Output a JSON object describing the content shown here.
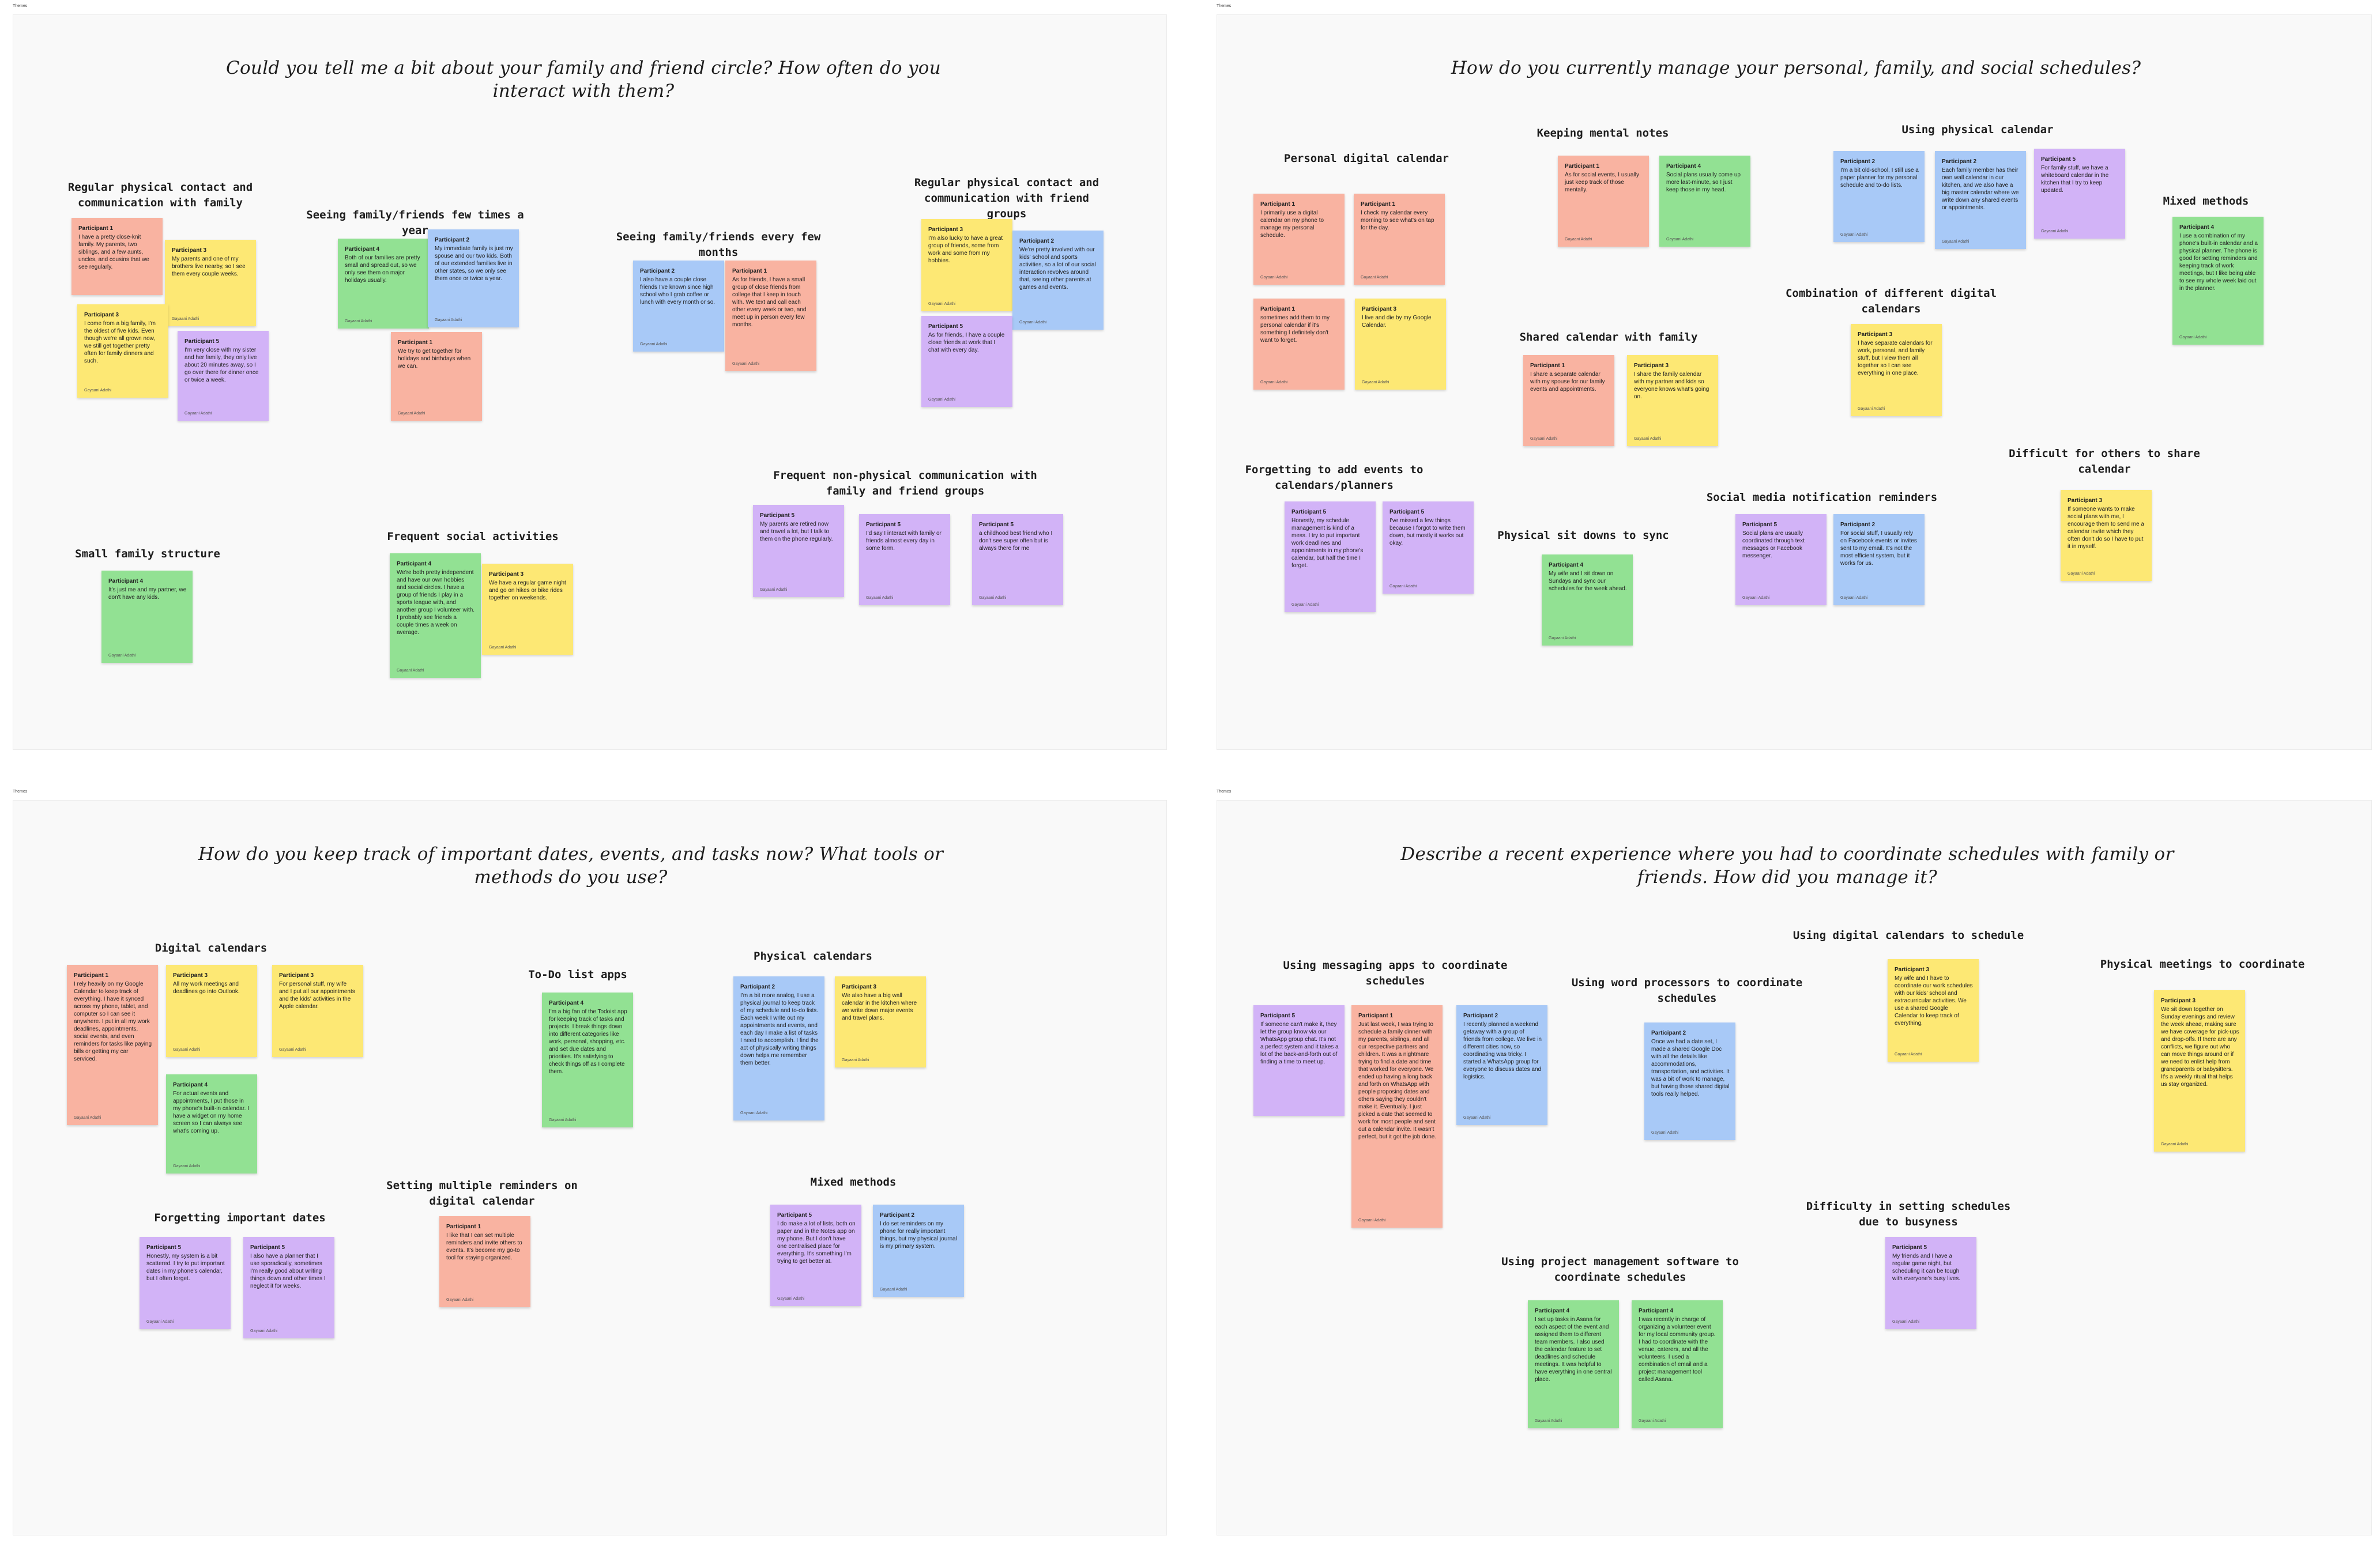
{
  "frame_label": "Themes",
  "colors": {
    "red": "#f9b3a1",
    "yellow": "#fde874",
    "blue": "#a8c9f7",
    "green": "#92e193",
    "purple": "#d2b3f7"
  },
  "author": "Gayaani Adathi",
  "boards": [
    {
      "question": "Could you tell me a bit about your family and friend circle? How often do you interact with them?",
      "clusters": [
        {
          "heading": "Regular physical contact and communication with family",
          "notes": [
            {
              "color": "red",
              "participant": "Participant 1",
              "text": "I have a pretty close-knit family. My parents, two siblings, and a few aunts, uncles, and cousins that we see regularly."
            },
            {
              "color": "yellow",
              "participant": "Participant 3",
              "text": "My parents and one of my brothers live nearby, so I see them every couple weeks."
            },
            {
              "color": "yellow",
              "participant": "Participant 3",
              "text": "I come from a big family, I'm the oldest of five kids. Even though we're all grown now, we still get together pretty often for family dinners and such."
            },
            {
              "color": "purple",
              "participant": "Participant 5",
              "text": "I'm very close with my sister and her family, they only live about 20 minutes away, so I go over there for dinner once or twice a week."
            }
          ]
        },
        {
          "heading": "Seeing family/friends few times a year",
          "notes": [
            {
              "color": "green",
              "participant": "Participant 4",
              "text": "Both of our families are pretty small and spread out, so we only see them on major holidays usually."
            },
            {
              "color": "blue",
              "participant": "Participant 2",
              "text": "My immediate family is just my spouse and our two kids. Both of our extended families live in other states, so we only see them once or twice a year."
            },
            {
              "color": "red",
              "participant": "Participant 1",
              "text": "We try to get together for holidays and birthdays when we can."
            }
          ]
        },
        {
          "heading": "Seeing family/friends every few months",
          "notes": [
            {
              "color": "blue",
              "participant": "Participant 2",
              "text": "I also have a couple close friends I've known since high school who I grab coffee or lunch with every month or so."
            },
            {
              "color": "red",
              "participant": "Participant 1",
              "text": "As for friends, I have a small group of close friends from college that I keep in touch with. We text and call each other every week or two, and meet up in person every few months."
            }
          ]
        },
        {
          "heading": "Regular physical contact and communication with friend groups",
          "notes": [
            {
              "color": "yellow",
              "participant": "Participant 3",
              "text": "I'm also lucky to have a great group of friends, some from work and some from my hobbies."
            },
            {
              "color": "blue",
              "participant": "Participant 2",
              "text": "We're pretty involved with our kids' school and sports activities, so a lot of our social interaction revolves around that, seeing other parents at games and events."
            },
            {
              "color": "purple",
              "participant": "Participant 5",
              "text": "As for friends, I have a couple close friends at work that I chat with every day."
            }
          ]
        },
        {
          "heading": "Frequent non-physical communication with family and friend groups",
          "notes": [
            {
              "color": "purple",
              "participant": "Participant 5",
              "text": "My parents are retired now and travel a lot, but I talk to them on the phone regularly."
            },
            {
              "color": "purple",
              "participant": "Participant 5",
              "text": "I'd say I interact with family or friends almost every day in some form."
            },
            {
              "color": "purple",
              "participant": "Participant 5",
              "text": "a childhood best friend who I don't see super often but is always there for me"
            }
          ]
        },
        {
          "heading": "Small family structure",
          "notes": [
            {
              "color": "green",
              "participant": "Participant 4",
              "text": "It's just me and my partner, we don't have any kids."
            }
          ]
        },
        {
          "heading": "Frequent social activities",
          "notes": [
            {
              "color": "green",
              "participant": "Participant 4",
              "text": "We're both pretty independent and have our own hobbies and social circles. I have a group of friends I play in a sports league with, and another group I volunteer with. I probably see friends a couple times a week on average."
            },
            {
              "color": "yellow",
              "participant": "Participant 3",
              "text": "We have a regular game night and go on hikes or bike rides together on weekends."
            }
          ]
        }
      ]
    },
    {
      "question": "How do you currently manage your personal, family, and social schedules?",
      "clusters": [
        {
          "heading": "Personal digital calendar",
          "notes": [
            {
              "color": "red",
              "participant": "Participant 1",
              "text": "I primarily use a digital calendar on my phone to manage my personal schedule."
            },
            {
              "color": "red",
              "participant": "Participant 1",
              "text": "I check my calendar every morning to see what's on tap for the day."
            },
            {
              "color": "red",
              "participant": "Participant 1",
              "text": "sometimes add them to my personal calendar if it's something I definitely don't want to forget."
            },
            {
              "color": "yellow",
              "participant": "Participant 3",
              "text": "I live and die by my Google Calendar."
            }
          ]
        },
        {
          "heading": "Keeping mental notes",
          "notes": [
            {
              "color": "red",
              "participant": "Participant 1",
              "text": "As for social events, I usually just keep track of those mentally."
            },
            {
              "color": "green",
              "participant": "Participant 4",
              "text": "Social plans usually come up more last-minute, so I just keep those in my head."
            }
          ]
        },
        {
          "heading": "Using physical calendar",
          "notes": [
            {
              "color": "blue",
              "participant": "Participant 2",
              "text": "I'm a bit old-school, I still use a paper planner for my personal schedule and to-do lists."
            },
            {
              "color": "blue",
              "participant": "Participant 2",
              "text": "Each family member has their own wall calendar in our kitchen, and we also have a big master calendar where we write down any shared events or appointments."
            },
            {
              "color": "purple",
              "participant": "Participant 5",
              "text": "For family stuff, we have a whiteboard calendar in the kitchen that I try to keep updated."
            }
          ]
        },
        {
          "heading": "Mixed methods",
          "notes": [
            {
              "color": "green",
              "participant": "Participant 4",
              "text": "I use a combination of my phone's built-in calendar and a physical planner. The phone is good for setting reminders and keeping track of work meetings, but I like being able to see my whole week laid out in the planner."
            }
          ]
        },
        {
          "heading": "Combination of different digital calendars",
          "notes": [
            {
              "color": "yellow",
              "participant": "Participant 3",
              "text": "I have separate calendars for work, personal, and family stuff, but I view them all together so I can see everything in one place."
            }
          ]
        },
        {
          "heading": "Shared calendar with family",
          "notes": [
            {
              "color": "red",
              "participant": "Participant 1",
              "text": "I share a separate calendar with my spouse for our family events and appointments."
            },
            {
              "color": "yellow",
              "participant": "Participant 3",
              "text": "I share the family calendar with my partner and kids so everyone knows what's going on."
            }
          ]
        },
        {
          "heading": "Forgetting to add events to calendars/planners",
          "notes": [
            {
              "color": "purple",
              "participant": "Participant 5",
              "text": "Honestly, my schedule management is kind of a mess. I try to put important work deadlines and appointments in my phone's calendar, but half the time I forget."
            },
            {
              "color": "purple",
              "participant": "Participant 5",
              "text": "I've missed a few things because I forgot to write them down, but mostly it works out okay."
            }
          ]
        },
        {
          "heading": "Physical sit downs to sync",
          "notes": [
            {
              "color": "green",
              "participant": "Participant 4",
              "text": "My wife and I sit down on Sundays and sync our schedules for the week ahead."
            }
          ]
        },
        {
          "heading": "Social media notification reminders",
          "notes": [
            {
              "color": "purple",
              "participant": "Participant 5",
              "text": "Social plans are usually coordinated through text messages or Facebook messenger."
            },
            {
              "color": "blue",
              "participant": "Participant 2",
              "text": "For social stuff, I usually rely on Facebook events or invites sent to my email. It's not the most efficient system, but it works for us."
            }
          ]
        },
        {
          "heading": "Difficult for others to share calendar",
          "notes": [
            {
              "color": "yellow",
              "participant": "Participant 3",
              "text": "If someone wants to make social plans with me, I encourage them to send me a calendar invite which they often don't do so I have to put it in myself."
            }
          ]
        }
      ]
    },
    {
      "question": "How do you keep track of important dates, events, and tasks now? What tools or methods do you use?",
      "clusters": [
        {
          "heading": "Digital calendars",
          "notes": [
            {
              "color": "red",
              "participant": "Participant 1",
              "text": "I rely heavily on my Google Calendar to keep track of everything. I have it synced across my phone, tablet, and computer so I can see it anywhere. I put in all my work deadlines, appointments, social events, and even reminders for tasks like paying bills or getting my car serviced."
            },
            {
              "color": "yellow",
              "participant": "Participant 3",
              "text": "All my work meetings and deadlines go into Outlook."
            },
            {
              "color": "yellow",
              "participant": "Participant 3",
              "text": "For personal stuff, my wife and I put all our appointments and the kids' activities in the Apple calendar."
            },
            {
              "color": "green",
              "participant": "Participant 4",
              "text": "For actual events and appointments, I put those in my phone's built-in calendar. I have a widget on my home screen so I can always see what's coming up."
            }
          ]
        },
        {
          "heading": "To-Do list apps",
          "notes": [
            {
              "color": "green",
              "participant": "Participant 4",
              "text": "I'm a big fan of the Todoist app for keeping track of tasks and projects. I break things down into different categories like work, personal, shopping, etc. and set due dates and priorities. It's satisfying to check things off as I complete them."
            }
          ]
        },
        {
          "heading": "Physical calendars",
          "notes": [
            {
              "color": "blue",
              "participant": "Participant 2",
              "text": "I'm a bit more analog, I use a physical journal to keep track of my schedule and to-do lists. Each week I write out my appointments and events, and each day I make a list of tasks I need to accomplish. I find the act of physically writing things down helps me remember them better."
            },
            {
              "color": "yellow",
              "participant": "Participant 3",
              "text": "We also have a big wall calendar in the kitchen where we write down major events and travel plans."
            }
          ]
        },
        {
          "heading": "Forgetting important dates",
          "notes": [
            {
              "color": "purple",
              "participant": "Participant 5",
              "text": "Honestly, my system is a bit scattered. I try to put important dates in my phone's calendar, but I often forget."
            },
            {
              "color": "purple",
              "participant": "Participant 5",
              "text": "I also have a planner that I use sporadically, sometimes I'm really good about writing things down and other times I neglect it for weeks."
            }
          ]
        },
        {
          "heading": "Setting multiple reminders on digital calendar",
          "notes": [
            {
              "color": "red",
              "participant": "Participant 1",
              "text": "I like that I can set multiple reminders and invite others to events. It's become my go-to tool for staying organized."
            }
          ]
        },
        {
          "heading": "Mixed methods",
          "notes": [
            {
              "color": "purple",
              "participant": "Participant 5",
              "text": "I do make a lot of lists, both on paper and in the Notes app on my phone. But I don't have one centralised place for everything. It's something I'm trying to get better at."
            },
            {
              "color": "blue",
              "participant": "Participant 2",
              "text": "I do set reminders on my phone for really important things, but my physical journal is my primary system."
            }
          ]
        }
      ]
    },
    {
      "question": "Describe a recent experience where you had to coordinate schedules with family or friends. How did you manage it?",
      "clusters": [
        {
          "heading": "Using messaging apps to coordinate schedules",
          "notes": [
            {
              "color": "purple",
              "participant": "Participant 5",
              "text": "If someone can't make it, they let the group know via our WhatsApp group chat. It's not a perfect system and it takes a lot of the back-and-forth out of finding a time to meet up."
            },
            {
              "color": "red",
              "participant": "Participant 1",
              "text": "Just last week, I was trying to schedule a family dinner with my parents, siblings, and all our respective partners and children. It was a nightmare trying to find a date and time that worked for everyone. We ended up having a long back and forth on WhatsApp with people proposing dates and others saying they couldn't make it. Eventually, I just picked a date that seemed to work for most people and sent out a calendar invite. It wasn't perfect, but it got the job done."
            },
            {
              "color": "blue",
              "participant": "Participant 2",
              "text": "I recently planned a weekend getaway with a group of friends from college. We live in different cities now, so coordinating was tricky. I started a WhatsApp group for everyone to discuss dates and logistics."
            }
          ]
        },
        {
          "heading": "Using word processors to coordinate schedules",
          "notes": [
            {
              "color": "blue",
              "participant": "Participant 2",
              "text": "Once we had a date set, I made a shared Google Doc with all the details like accommodations, transportation, and activities. It was a bit of work to manage, but having those shared digital tools really helped."
            }
          ]
        },
        {
          "heading": "Using digital calendars to schedule",
          "notes": [
            {
              "color": "yellow",
              "participant": "Participant 3",
              "text": "My wife and I have to coordinate our work schedules with our kids' school and extracurricular activities. We use a shared Google Calendar to keep track of everything."
            }
          ]
        },
        {
          "heading": "Physical meetings to coordinate",
          "notes": [
            {
              "color": "yellow",
              "participant": "Participant 3",
              "text": "We sit down together on Sunday evenings and review the week ahead, making sure we have coverage for pick-ups and drop-offs. If there are any conflicts, we figure out who can move things around or if we need to enlist help from grandparents or babysitters. It's a weekly ritual that helps us stay organized."
            }
          ]
        },
        {
          "heading": "Difficulty in setting schedules due to busyness",
          "notes": [
            {
              "color": "purple",
              "participant": "Participant 5",
              "text": "My friends and I have a regular game night, but scheduling it can be tough with everyone's busy lives."
            }
          ]
        },
        {
          "heading": "Using project management software to coordinate schedules",
          "notes": [
            {
              "color": "green",
              "participant": "Participant 4",
              "text": "I set up tasks in Asana for each aspect of the event and assigned them to different team members. I also used the calendar feature to set deadlines and schedule meetings. It was helpful to have everything in one central place."
            },
            {
              "color": "green",
              "participant": "Participant 4",
              "text": "I was recently in charge of organizing a volunteer event for my local community group. I had to coordinate with the venue, caterers, and all the volunteers. I used a combination of email and a project management tool called Asana."
            }
          ]
        }
      ]
    }
  ]
}
